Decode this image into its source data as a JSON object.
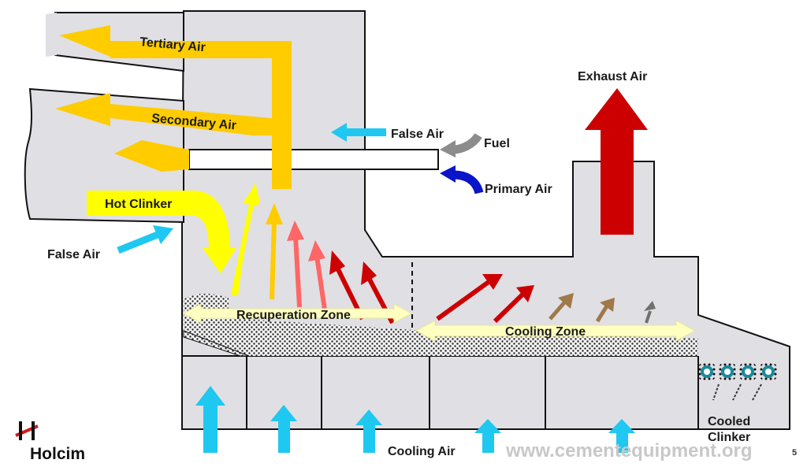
{
  "labels": {
    "tertiary_air": "Tertiary Air",
    "secondary_air": "Secondary Air",
    "false_air_top": "False Air",
    "fuel": "Fuel",
    "primary_air": "Primary Air",
    "hot_clinker": "Hot Clinker",
    "false_air_left": "False Air",
    "exhaust_air": "Exhaust Air",
    "recuperation_zone": "Recuperation Zone",
    "cooling_zone": "Cooling Zone",
    "cooled_clinker_line1": "Cooled",
    "cooled_clinker_line2": "Clinker",
    "cooling_air": "Cooling Air",
    "page_number": "5"
  },
  "logo": {
    "text": "Holcim"
  },
  "watermark": "www.cementequipment.org",
  "colors": {
    "housing": "#e0dfe4",
    "tertiary": "#ffcc00",
    "hot_clinker": "#ffff00",
    "exhaust": "#cc0000",
    "false_air": "#1ec8f0",
    "cooling_air": "#1ec8f0",
    "primary_air": "#0a14c8",
    "fuel": "#8c8c8c",
    "zone_arrow": "#ffffc0",
    "hot_gas_light": "#ff6666",
    "hot_gas_dark": "#cc0000",
    "warm_gas": "#a0784a",
    "cool_gas": "#707070",
    "logo_red": "#d21a1a"
  }
}
